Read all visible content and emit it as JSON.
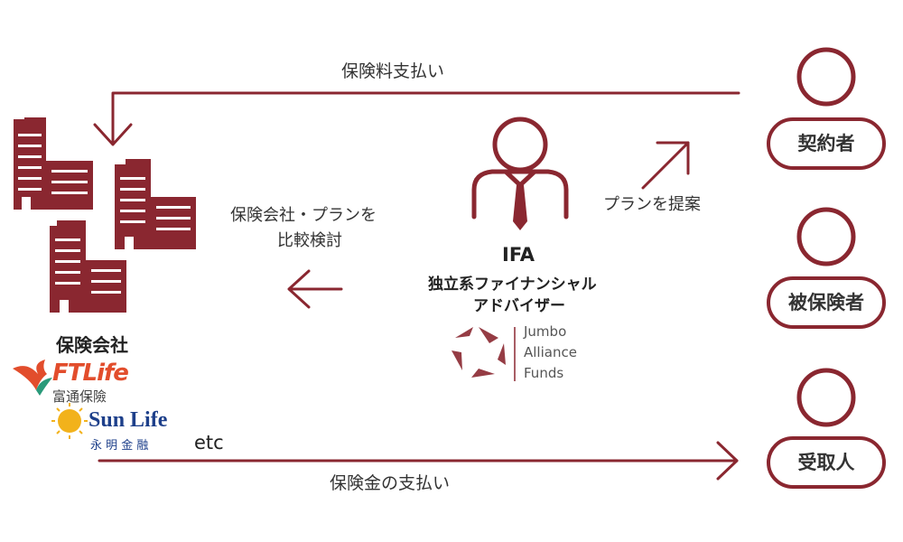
{
  "colors": {
    "accent": "#8a2730",
    "text": "#333333"
  },
  "flows": {
    "premium_payment": "保険料支払い",
    "compare": [
      "保険会社・プランを",
      "比較検討"
    ],
    "propose": "プランを提案",
    "benefit_payment": "保険金の支払い"
  },
  "insurers": {
    "label": "保険会社",
    "etc": "etc",
    "ftlife": {
      "name": "FTLife",
      "chinese": "富通保險"
    },
    "sunlife": {
      "name": "Sun Life",
      "chinese": "永 明 金 融"
    }
  },
  "ifa": {
    "title": "IFA",
    "subtitle_line1": "独立系ファイナンシャル",
    "subtitle_line2": "アドバイザー",
    "company_line1": "Jumbo",
    "company_line2": "Alliance",
    "company_line3": "Funds"
  },
  "roles": {
    "policyholder": "契約者",
    "insured": "被保険者",
    "beneficiary": "受取人"
  },
  "icons": [
    "building-icon",
    "businessman-icon",
    "person-icon",
    "arrow-icon",
    "jumbo-logo-icon",
    "ftlife-logo-icon",
    "sunlife-logo-icon"
  ]
}
